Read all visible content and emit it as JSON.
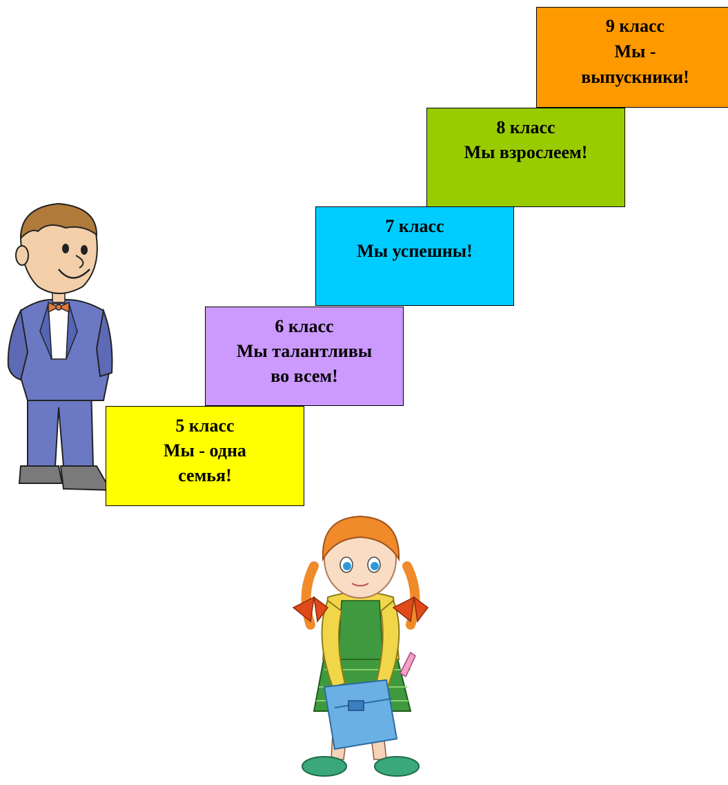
{
  "steps": [
    {
      "id": "step-5",
      "color": "#ffff00",
      "grade": "5 класс",
      "lines": [
        "Мы - одна",
        "семья!"
      ]
    },
    {
      "id": "step-6",
      "color": "#cc99ff",
      "grade": "6 класс",
      "lines": [
        "Мы талантливы",
        "во всем!"
      ]
    },
    {
      "id": "step-7",
      "color": "#00ccff",
      "grade": "7 класс",
      "lines": [
        "Мы успешны!"
      ]
    },
    {
      "id": "step-8",
      "color": "#99cc00",
      "grade": "8 класс",
      "lines": [
        "Мы взрослеем!"
      ]
    },
    {
      "id": "step-9",
      "color": "#ff9900",
      "grade": "9 класс",
      "lines": [
        "Мы -",
        "выпускники!"
      ]
    }
  ],
  "figures": [
    {
      "name": "boy-illustration",
      "suit_color": "#6b78c4"
    },
    {
      "name": "girl-illustration",
      "hair_color": "#f08a2a"
    }
  ]
}
